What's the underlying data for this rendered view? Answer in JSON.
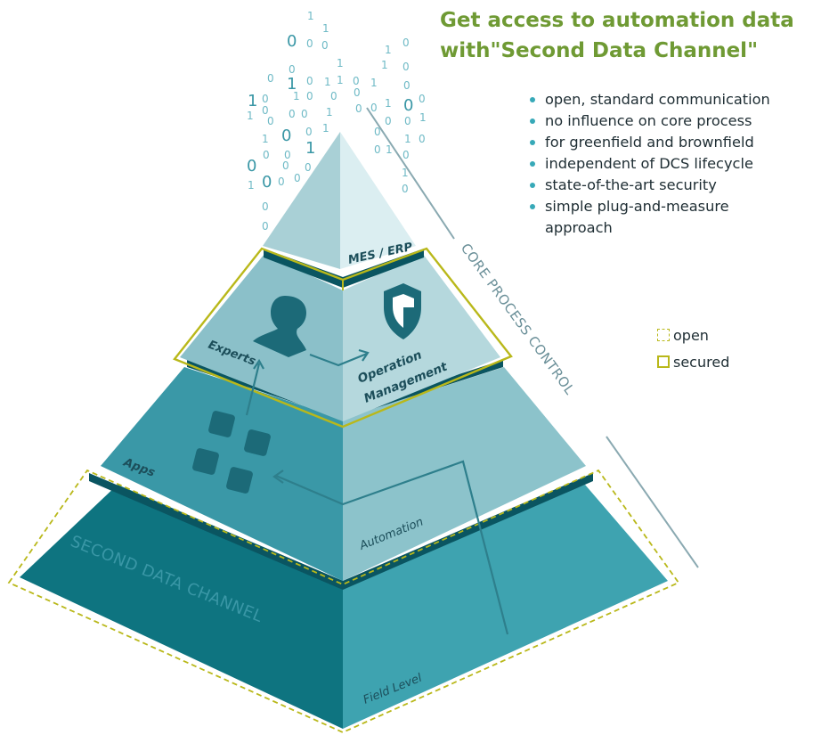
{
  "title": {
    "line1": "Get access to automation data",
    "line2": "with\"Second Data Channel\""
  },
  "benefits": [
    "open, standard communication",
    "no influence on core process",
    "for greenfield and brownfield",
    "independent of DCS lifecycle",
    "state-of-the-art security",
    "simple plug-and-measure",
    "approach"
  ],
  "legend": {
    "open": "open",
    "secured": "secured"
  },
  "pyramid": {
    "top_label": "MES / ERP",
    "experts_label": "Experts",
    "operation_label_1": "Operation",
    "operation_label_2": "Management",
    "apps_label": "Apps",
    "automation_label": "Automation",
    "field_label": "Field Level",
    "second_channel_label": "SECOND DATA CHANNEL",
    "core_process_label": "CORE PROCESS CONTROL"
  },
  "binary_digits": "1 1 0 0 0 1 0 0 0 1 1 0 1 0 1 1 0 1 0 0 1 0 0 0 1 0 1 0 0 1 0 0 0 1 0 0 0 0 1 1 0 0 1 0 1 0 0 0 1 0 1 0 0 0 0 1 0 0 0 1 0 0 0",
  "colors": {
    "title_green": "#6f9a34",
    "teal_dark": "#0d6b78",
    "teal_mid": "#3a9aa8",
    "teal_light": "#8ec3cb",
    "secure_yellow": "#b9b81a",
    "bullet_teal": "#37a9b8"
  },
  "icons": [
    "person-icon",
    "shield-icon",
    "apps-grid-icon"
  ]
}
